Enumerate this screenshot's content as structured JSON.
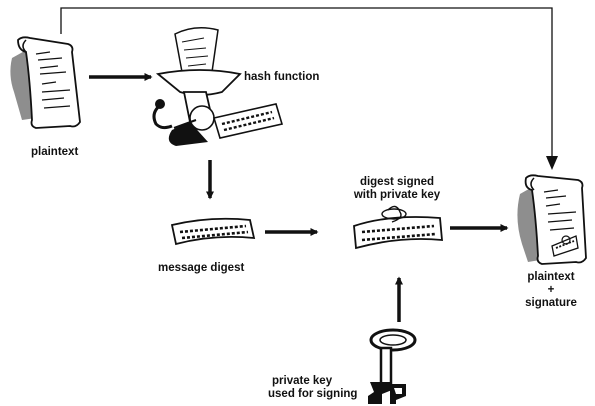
{
  "labels": {
    "plaintext": "plaintext",
    "hash_function": "hash function",
    "message_digest": "message digest",
    "digest_signed_line1": "digest signed",
    "digest_signed_line2": "with private key",
    "result_line1": "plaintext",
    "result_line2": "+",
    "result_line3": "signature",
    "private_key_line1": "private key",
    "private_key_line2": "used for signing"
  },
  "icons": {
    "plaintext_document": "document-icon",
    "hash_grinder": "meat-grinder-icon",
    "digest_ribbon": "digest-ribbon-icon",
    "signed_digest": "signed-digest-icon",
    "signed_document": "signed-document-icon",
    "private_key": "key-icon"
  },
  "colors": {
    "ink": "#111111",
    "shadow": "#9a9a9a",
    "paper": "#ffffff"
  }
}
